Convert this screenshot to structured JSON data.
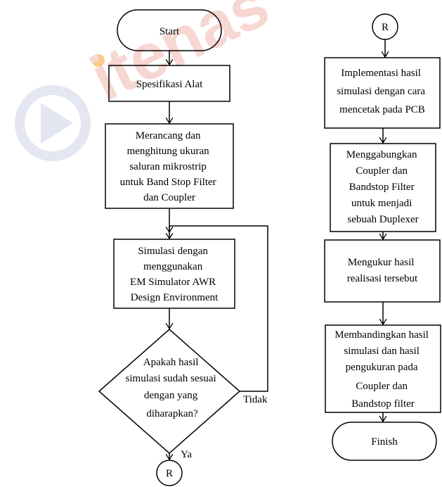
{
  "watermark": {
    "text": "itenas",
    "color": "#f2b8ae",
    "logo_color": "#cfd3e6",
    "dot_color": "#f6a02a"
  },
  "nodes": {
    "start": {
      "lines": [
        "Start"
      ]
    },
    "spesifikasi": {
      "lines": [
        "Spesifikasi Alat"
      ]
    },
    "merancang": {
      "lines": [
        "Merancang dan",
        "menghitung ukuran",
        "saluran mikrostrip",
        "untuk Band Stop Filter",
        "dan Coupler"
      ]
    },
    "simulasi": {
      "lines": [
        "Simulasi dengan",
        "menggunakan",
        "EM Simulator  AWR",
        "Design Environment"
      ]
    },
    "decision": {
      "lines": [
        "Apakah hasil",
        "simulasi sudah sesuai",
        "dengan  yang",
        "diharapkan?"
      ]
    },
    "connector_end": {
      "lines": [
        "R"
      ]
    },
    "connector_start": {
      "lines": [
        "R"
      ]
    },
    "implementasi": {
      "lines": [
        "Implementasi hasil",
        "simulasi dengan cara",
        "mencetak pada PCB"
      ]
    },
    "menggabungkan": {
      "lines": [
        "Menggabungkan",
        "Coupler dan",
        "Bandstop Filter",
        "untuk menjadi",
        "sebuah Duplexer"
      ]
    },
    "mengukur": {
      "lines": [
        "Mengukur hasil",
        "realisasi tersebut"
      ]
    },
    "membandingkan": {
      "lines": [
        "Membandingkan hasil",
        "simulasi dan hasil",
        "pengukuran pada",
        "Coupler dan",
        "Bandstop filter"
      ]
    },
    "finish": {
      "lines": [
        "Finish"
      ]
    }
  },
  "edges": {
    "tidak": "Tidak",
    "ya": "Ya"
  }
}
